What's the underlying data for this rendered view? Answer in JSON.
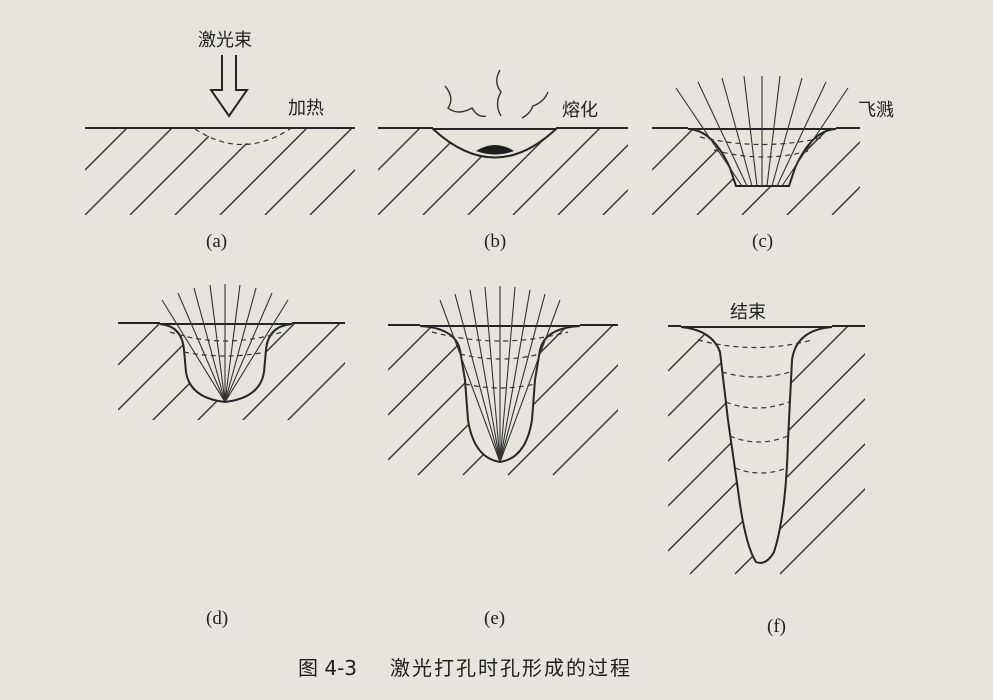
{
  "panels": [
    {
      "id": "a",
      "sub_label": "(a)",
      "stage_label": "加热",
      "beam_label": "激光束"
    },
    {
      "id": "b",
      "sub_label": "(b)",
      "stage_label": "熔化"
    },
    {
      "id": "c",
      "sub_label": "(c)",
      "stage_label": "飞溅"
    },
    {
      "id": "d",
      "sub_label": "(d)"
    },
    {
      "id": "e",
      "sub_label": "(e)"
    },
    {
      "id": "f",
      "sub_label": "(f)",
      "stage_label": "结束"
    }
  ],
  "caption": {
    "number": "图 4-3",
    "text": "激光打孔时孔形成的过程"
  }
}
